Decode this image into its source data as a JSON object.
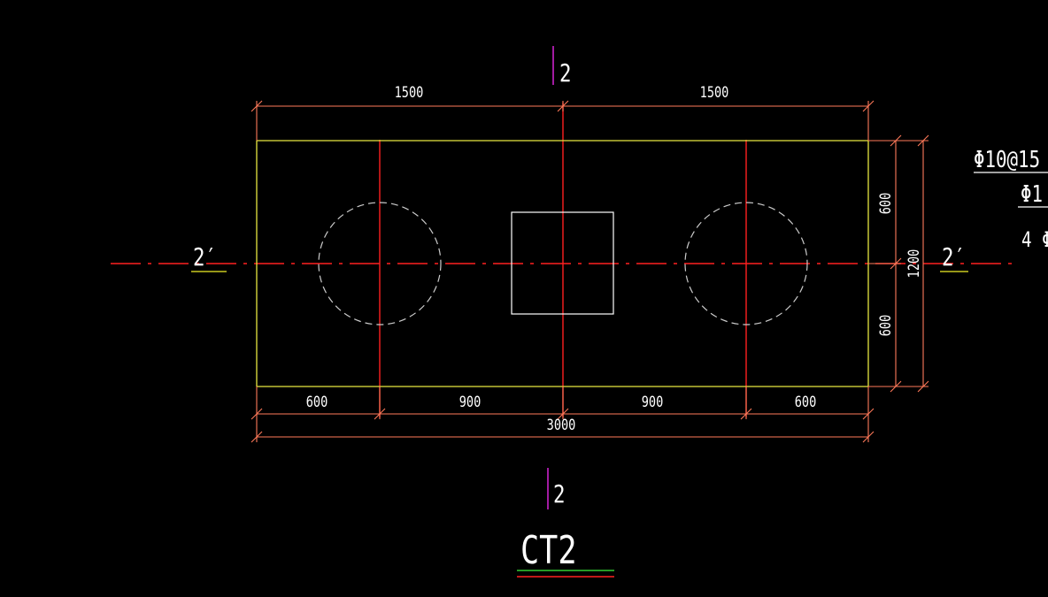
{
  "colors": {
    "background": "#000000",
    "outline": "#e8e840",
    "axis": "#ff2020",
    "dimension": "#ff7a5a",
    "pile": "#cccccc",
    "column": "#ffffff",
    "section_mark": "#cc22cc",
    "text": "#ffffff",
    "underline_yellow": "#c8c820",
    "underline_green": "#33cc33",
    "underline_red": "#ff2020"
  },
  "section_marks": {
    "top": "2",
    "bottom": "2",
    "left": "2′",
    "right": "2′"
  },
  "dimensions": {
    "top": [
      "1500",
      "1500"
    ],
    "bottom_segments": [
      "600",
      "900",
      "900",
      "600"
    ],
    "bottom_total": "3000",
    "right_segments": [
      "600",
      "600"
    ],
    "right_total": "1200"
  },
  "cap_label": "CT2",
  "notes": [
    "Φ10@15",
    "Φ1",
    "4 Φ"
  ]
}
